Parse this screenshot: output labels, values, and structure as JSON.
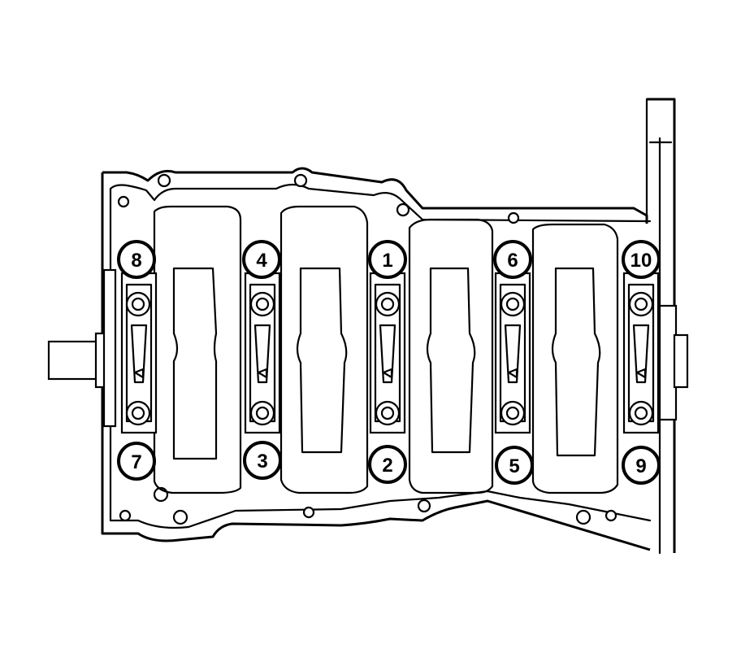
{
  "bolt_labels": {
    "top": [
      "8",
      "4",
      "1",
      "6",
      "10"
    ],
    "bottom": [
      "7",
      "3",
      "2",
      "5",
      "9"
    ]
  }
}
